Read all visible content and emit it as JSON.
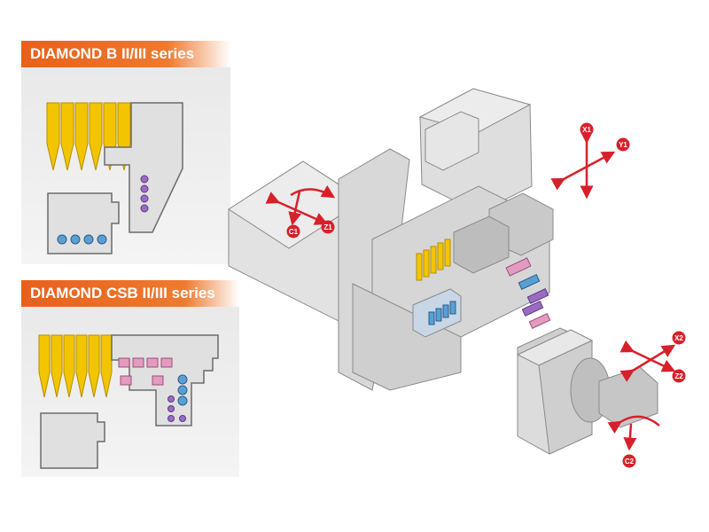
{
  "series_b": {
    "title": "DIAMOND B II/III series"
  },
  "series_csb": {
    "title": "DIAMOND CSB II/III series"
  },
  "axes": {
    "x1": "X1",
    "y1": "Y1",
    "c1": "C1",
    "z1": "Z1",
    "x2": "X2",
    "z2": "Z2",
    "c2": "C2"
  },
  "colors": {
    "banner": "#e8601c",
    "tool_gold": "#f2c500",
    "live_tool_blue": "#5a9fd4",
    "drill_purple": "#9b6bc4",
    "pink_holder": "#e39bc0",
    "axis_red": "#d8202a",
    "machine_gray": "#dcdcdc"
  }
}
